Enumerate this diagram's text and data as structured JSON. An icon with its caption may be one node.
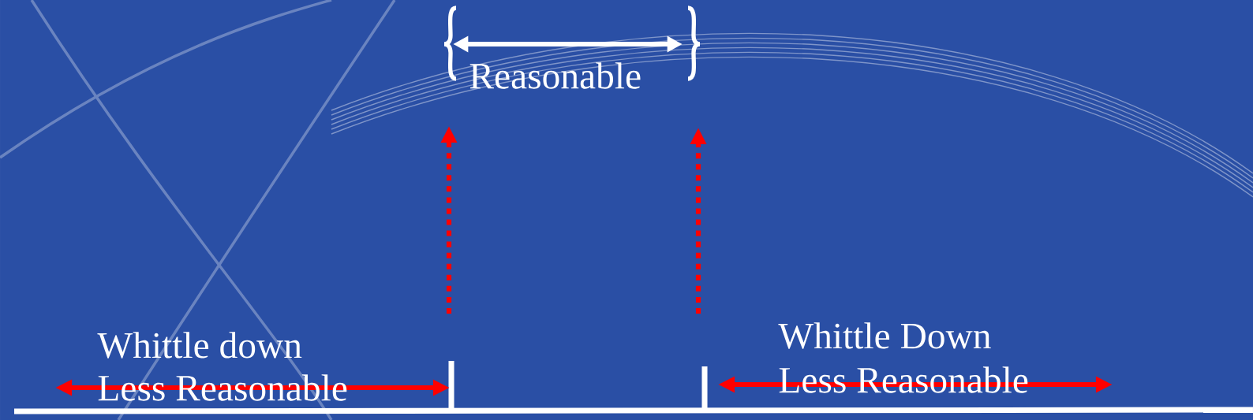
{
  "diagram": {
    "labels": [
      "Reasonable",
      "Whittle down",
      "Less Reasonable",
      "Whittle Down",
      "Less Reasonable"
    ]
  }
}
